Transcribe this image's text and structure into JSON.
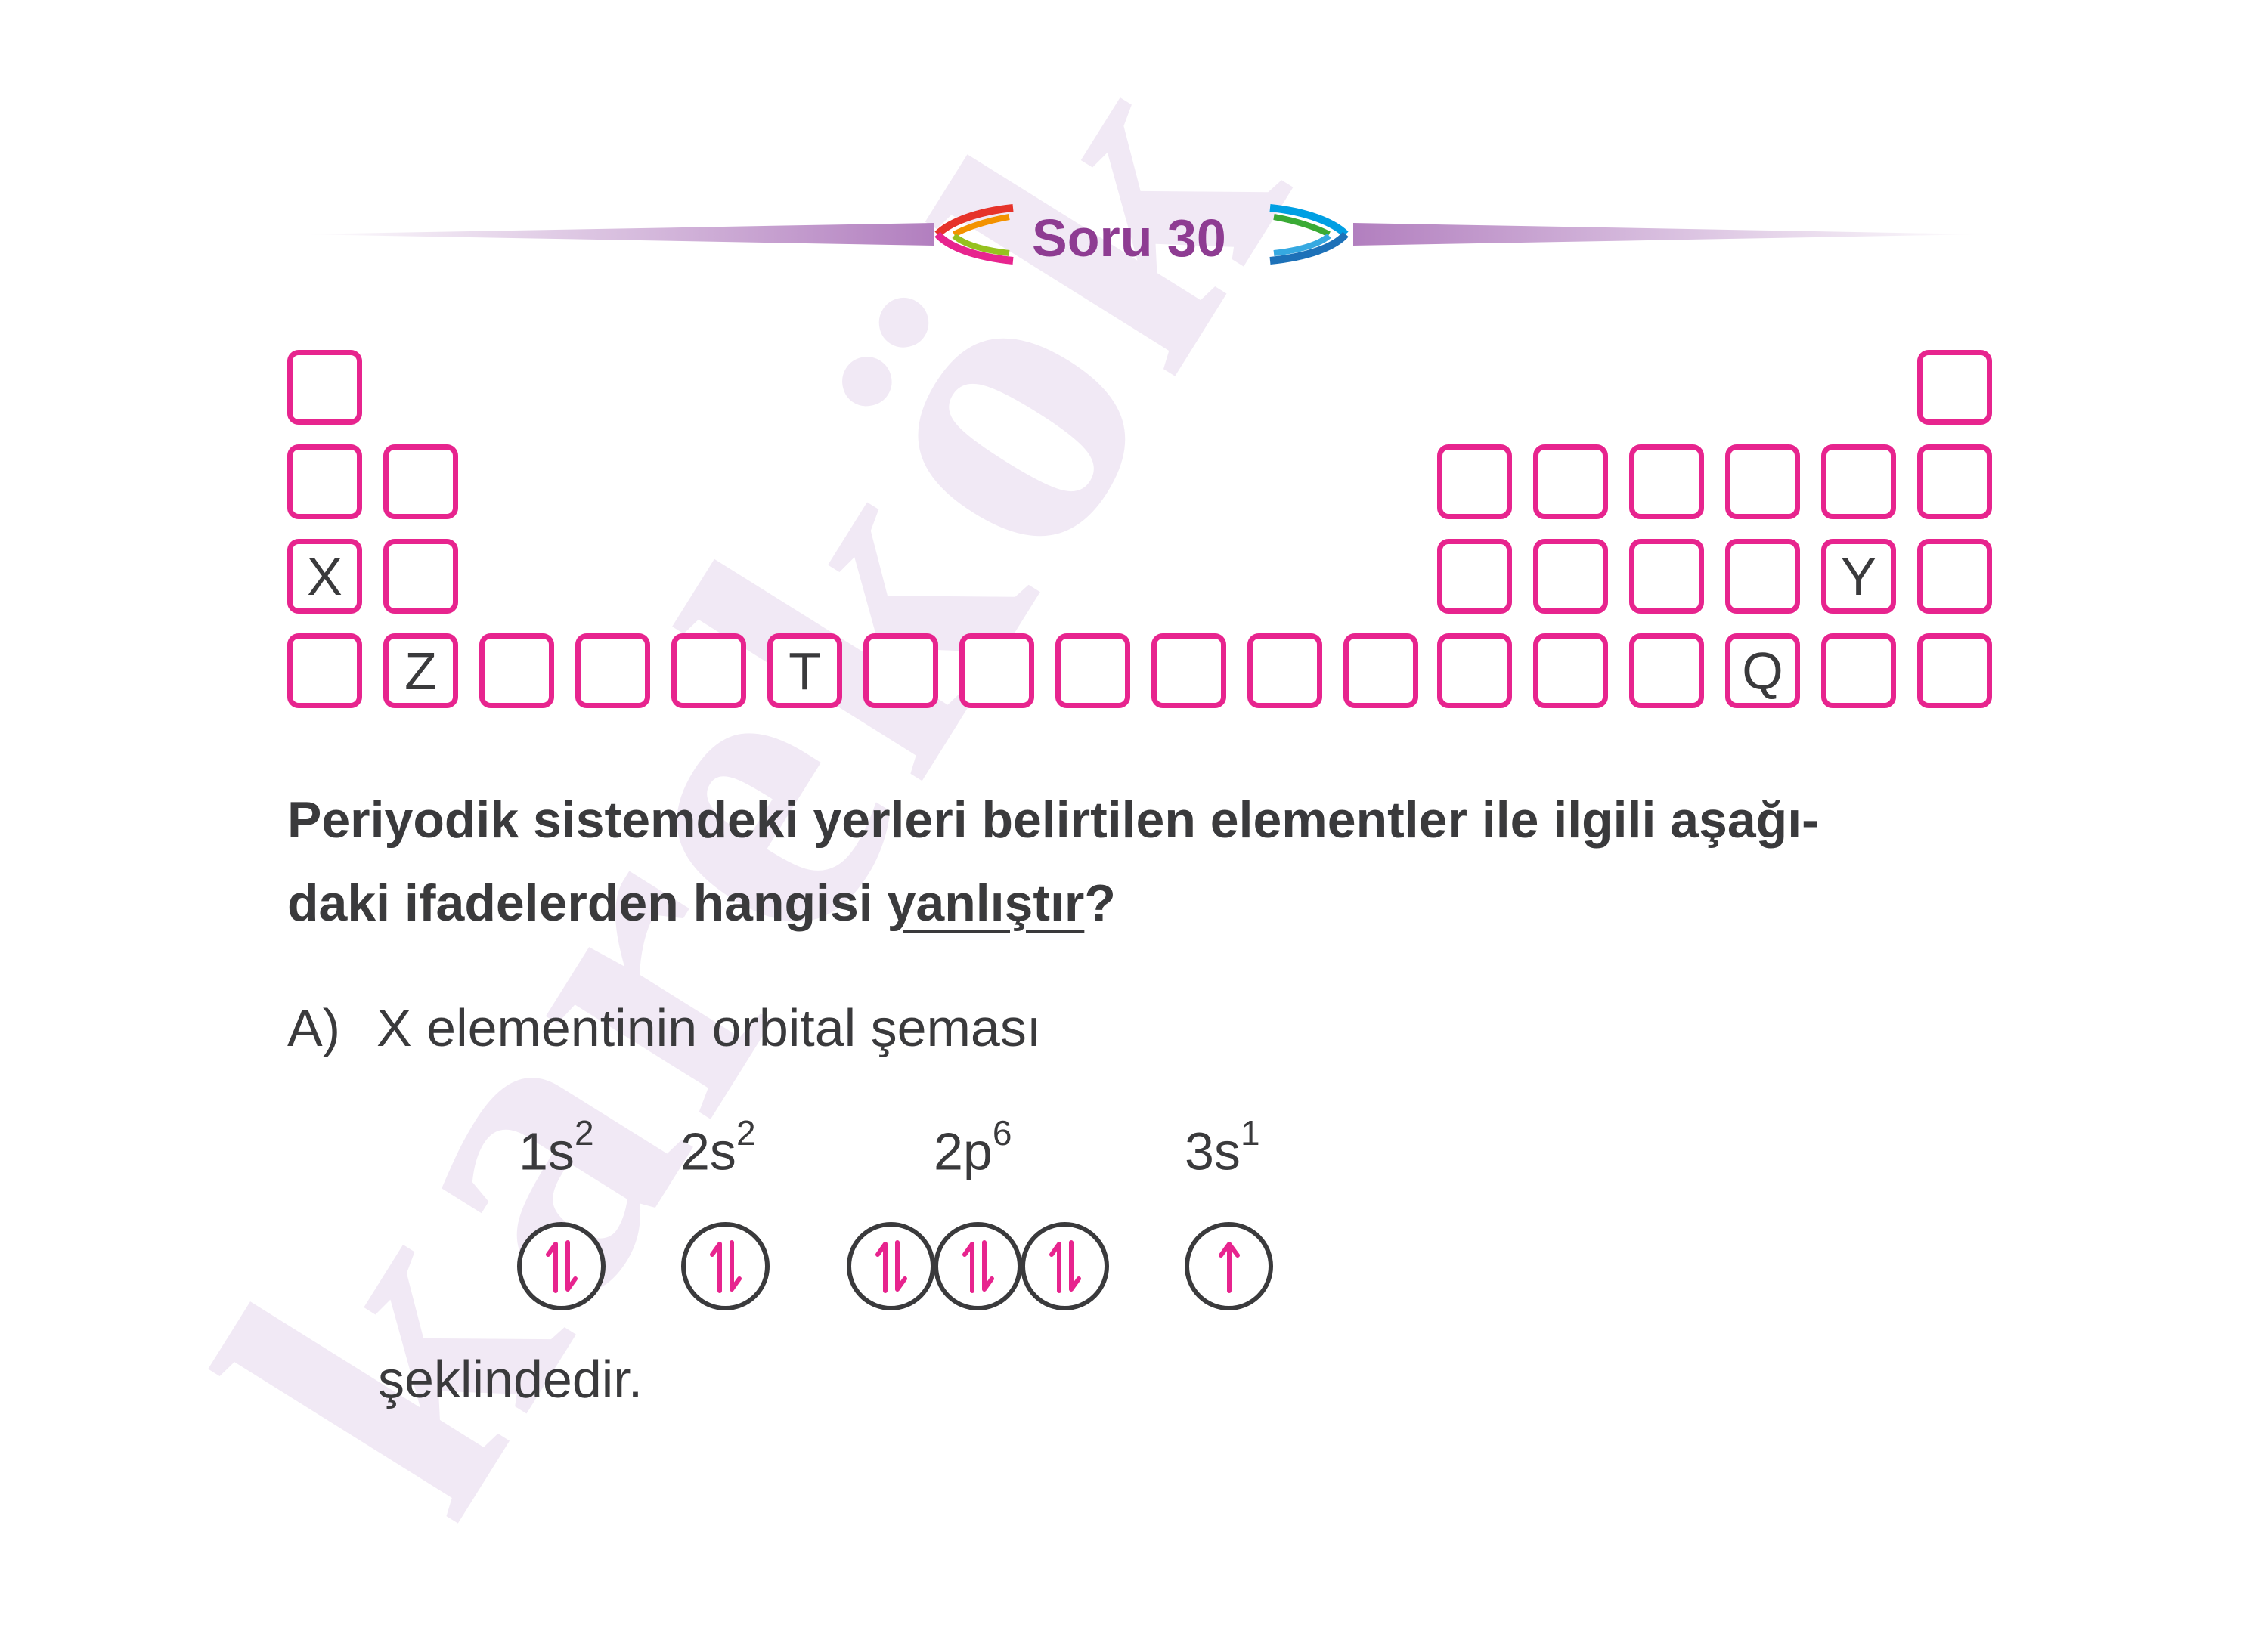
{
  "header": {
    "title": "Soru 30"
  },
  "watermark": "karekök",
  "periodic_table": {
    "labels": {
      "X": "X",
      "Z": "Z",
      "T": "T",
      "Q": "Q",
      "Y": "Y"
    }
  },
  "question": {
    "line1": "Periyodik sistemdeki yerleri belirtilen elementler ile ilgili aşağı-",
    "line2_prefix": "daki ifadelerden hangisi ",
    "line2_underlined": "yanlıştır",
    "line2_suffix": "?"
  },
  "option_a": {
    "letter": "A)",
    "text": "X elementinin orbital şeması",
    "orbitals": [
      {
        "base": "1s",
        "exp": "2",
        "electrons": [
          "paired"
        ]
      },
      {
        "base": "2s",
        "exp": "2",
        "electrons": [
          "paired"
        ]
      },
      {
        "base": "2p",
        "exp": "6",
        "electrons": [
          "paired",
          "paired",
          "paired"
        ]
      },
      {
        "base": "3s",
        "exp": "1",
        "electrons": [
          "single"
        ]
      }
    ],
    "ending": "şeklindedir."
  },
  "colors": {
    "accent": "#e7248e",
    "title": "#8e3c92",
    "text": "#3a3a3c"
  }
}
